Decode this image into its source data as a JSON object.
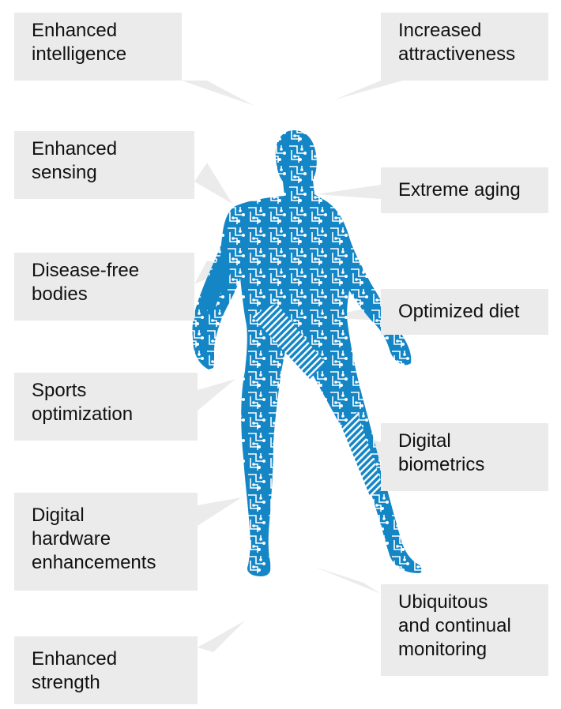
{
  "labels": {
    "enhanced_intelligence": "Enhanced\nintelligence",
    "increased_attractiveness": "Increased\nattractiveness",
    "enhanced_sensing": "Enhanced\nsensing",
    "extreme_aging": "Extreme aging",
    "disease_free_bodies": "Disease-free\nbodies",
    "optimized_diet": "Optimized diet",
    "sports_optimization": "Sports\noptimization",
    "digital_biometrics": "Digital\nbiometrics",
    "digital_hardware_enhancements": "Digital\nhardware\nenhancements",
    "ubiquitous_monitoring": "Ubiquitous\nand continual\nmonitoring",
    "enhanced_strength": "Enhanced\nstrength"
  },
  "colors": {
    "box_background": "#ebebeb",
    "figure_blue": "#1486c6",
    "circuit_white": "#ffffff"
  },
  "icons": {
    "figure": "circuit-human-figure-icon"
  }
}
